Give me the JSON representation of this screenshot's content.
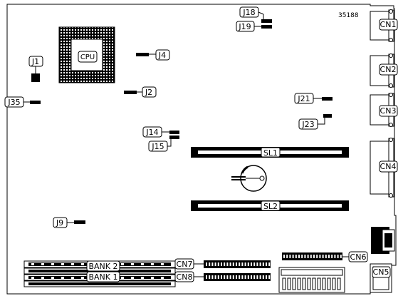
{
  "document_number": "35188",
  "cpu_label": "CPU",
  "slots": {
    "sl1": "SL1",
    "sl2": "SL2"
  },
  "banks": {
    "bank2": "BANK 2",
    "bank1": "BANK 1"
  },
  "jumpers": {
    "j1": "J1",
    "j2": "J2",
    "j4": "J4",
    "j9": "J9",
    "j14": "J14",
    "j15": "J15",
    "j18": "J18",
    "j19": "J19",
    "j21": "J21",
    "j23": "J23",
    "j35": "J35"
  },
  "connectors": {
    "cn1": "CN1",
    "cn2": "CN2",
    "cn3": "CN3",
    "cn4": "CN4",
    "cn5": "CN5",
    "cn6": "CN6",
    "cn7": "CN7",
    "cn8": "CN8"
  }
}
